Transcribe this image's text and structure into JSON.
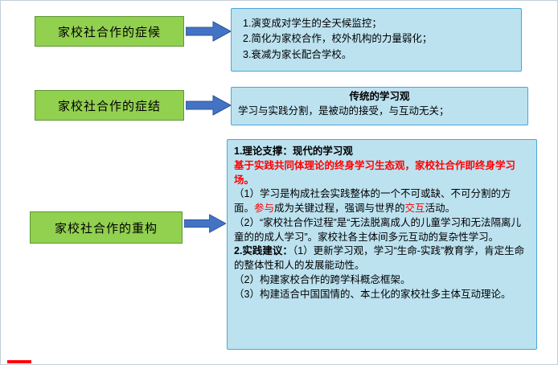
{
  "colors": {
    "page_bg": "#ffffff",
    "green_fill": "#92D050",
    "green_border": "#5E9732",
    "blue_fill": "#BCE2F0",
    "blue_border": "#4BA6D8",
    "arrow_fill": "#4472C4",
    "arrow_border": "#2F5597",
    "red": "#FF0000"
  },
  "rows": [
    {
      "label": "家校社合作的症候",
      "box": {
        "paragraphs": [
          {
            "segments": [
              {
                "text": "1.演变成对学生的全天候监控；"
              }
            ]
          },
          {
            "segments": [
              {
                "text": "2.简化为家校合作，校外机构的力量弱化；"
              }
            ]
          },
          {
            "segments": [
              {
                "text": "3.衰减为家长配合学校。"
              }
            ]
          }
        ]
      }
    },
    {
      "label": "家校社合作的症结",
      "box": {
        "paragraphs": [
          {
            "align": "center",
            "segments": [
              {
                "text": "传统的学习观",
                "bold": true
              }
            ]
          },
          {
            "segments": [
              {
                "text": "学习与实践分割，是被动的接受，与互动无关；"
              }
            ]
          }
        ]
      }
    },
    {
      "label": "家校社合作的重构",
      "box": {
        "paragraphs": [
          {
            "segments": [
              {
                "text": "1.理论支撑：现代的学习观",
                "bold": true
              }
            ]
          },
          {
            "segments": [
              {
                "text": "基于实践共同体理论的终身学习生态观，家校社合作即终身学习场。",
                "bold": true,
                "color": "red"
              }
            ]
          },
          {
            "segments": [
              {
                "text": "（1）学习是构成社会实践整体的一个不可或缺、不可分割的方面。"
              },
              {
                "text": "参与",
                "color": "red",
                "plain": true
              },
              {
                "text": "成为关键过程，强调与世界的"
              },
              {
                "text": "交互",
                "color": "red",
                "plain": true
              },
              {
                "text": "活动。"
              }
            ]
          },
          {
            "segments": [
              {
                "text": "（2）“家校社合作过程”是“无法脱离成人的儿童学习和无法隔离儿童的的成人学习”。家校社各主体间多元互动的复杂性学习。"
              }
            ]
          },
          {
            "segments": [
              {
                "text": "2.实践建议：",
                "bold": true
              },
              {
                "text": "（1）更新学习观，学习“生命-实践”教育学，肯定生命的整体性和人的发展能动性。"
              }
            ]
          },
          {
            "segments": [
              {
                "text": "（2）构建家校合作的跨学科概念框架。"
              }
            ]
          },
          {
            "segments": [
              {
                "text": "（3）构建适合中国国情的、本土化的家校社多主体互动理论。"
              }
            ]
          }
        ]
      }
    }
  ]
}
